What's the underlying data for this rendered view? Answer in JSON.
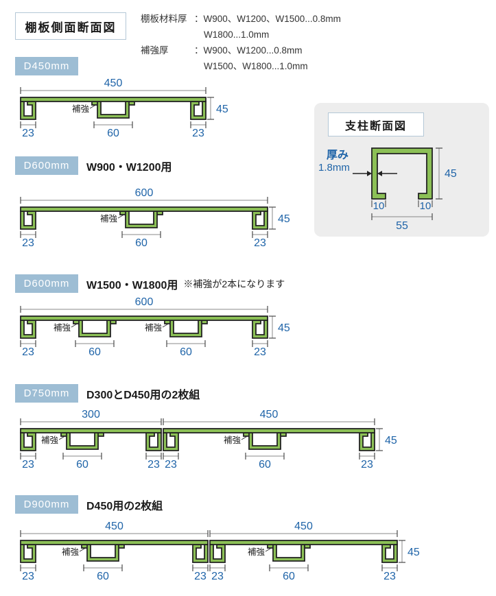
{
  "header": {
    "title": "棚板側面断面図",
    "notes": {
      "row1_label": "棚板材料厚",
      "row1_value": "：W900、W1200、W1500...0.8mm",
      "row2_value": "W1800...1.0mm",
      "row3_label": "補強厚",
      "row3_value": "：W900、W1200...0.8mm",
      "row4_value": "W1500、W1800...1.0mm"
    }
  },
  "dim_labels": {
    "reinforce": "補強",
    "foot": "23",
    "channel": "60",
    "height": "45"
  },
  "colors": {
    "green": "#8cc056",
    "outline": "#222222",
    "dim_blue": "#1f64a8",
    "dim_line": "#888888",
    "dim_tick": "#4a4a4a",
    "chip_bg": "#9dbdd4",
    "panel_bg": "#ededed"
  },
  "sections": [
    {
      "chip": "D450mm",
      "subtitle": "",
      "note": "",
      "pieces": [
        {
          "width_label": "450",
          "mm": 450,
          "channels": [
            0.5
          ]
        }
      ]
    },
    {
      "chip": "D600mm",
      "subtitle": "W900・W1200用",
      "note": "",
      "pieces": [
        {
          "width_label": "600",
          "mm": 600,
          "channels": [
            0.49
          ]
        }
      ]
    },
    {
      "chip": "D600mm",
      "subtitle": "W1500・W1800用",
      "note": "※補強が2本になります",
      "pieces": [
        {
          "width_label": "600",
          "mm": 600,
          "channels": [
            0.3,
            0.67
          ]
        }
      ]
    },
    {
      "chip": "D750mm",
      "subtitle": "D300とD450用の2枚組",
      "note": "",
      "pieces": [
        {
          "width_label": "300",
          "mm": 300,
          "channels": [
            0.44
          ]
        },
        {
          "width_label": "450",
          "mm": 450,
          "channels": [
            0.48
          ]
        }
      ]
    },
    {
      "chip": "D900mm",
      "subtitle": "D450用の2枚組",
      "note": "",
      "pieces": [
        {
          "width_label": "450",
          "mm": 450,
          "channels": [
            0.44
          ]
        },
        {
          "width_label": "450",
          "mm": 450,
          "channels": [
            0.42
          ]
        }
      ]
    }
  ],
  "pillar": {
    "title": "支柱断面図",
    "thickness_label": "厚み",
    "thickness_value": "1.8mm",
    "dim_height": "45",
    "dim_flange_left": "10",
    "dim_flange_right": "10",
    "dim_width": "55"
  }
}
